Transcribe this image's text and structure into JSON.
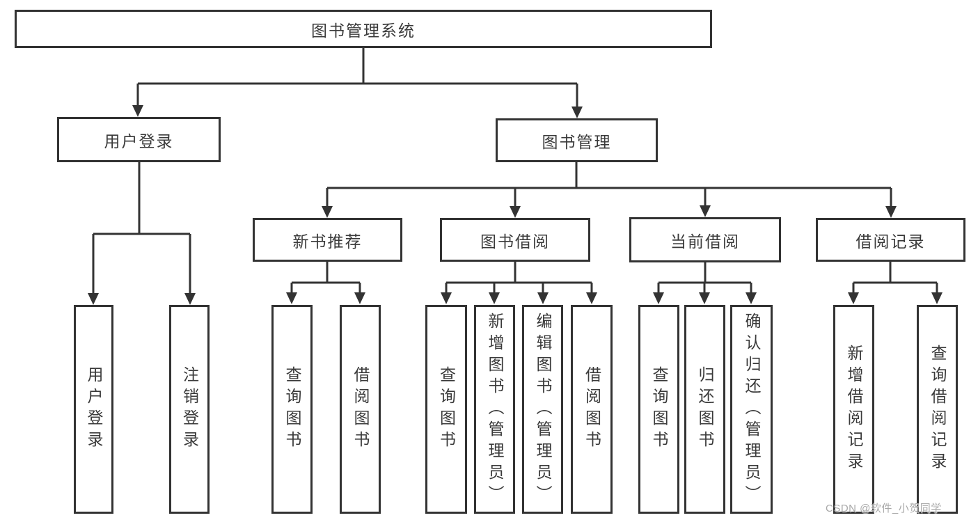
{
  "diagram": {
    "root": {
      "label": "图书管理系统"
    },
    "branches": [
      {
        "label": "用户登录",
        "children": [
          {
            "label": "用户登录"
          },
          {
            "label": "注销登录"
          }
        ]
      },
      {
        "label": "图书管理",
        "children": [
          {
            "label": "新书推荐",
            "children": [
              {
                "label": "查询图书"
              },
              {
                "label": "借阅图书"
              }
            ]
          },
          {
            "label": "图书借阅",
            "children": [
              {
                "label": "查询图书"
              },
              {
                "label": "新增图书（管理员）"
              },
              {
                "label": "编辑图书（管理员）"
              },
              {
                "label": "借阅图书"
              }
            ]
          },
          {
            "label": "当前借阅",
            "children": [
              {
                "label": "查询图书"
              },
              {
                "label": "归还图书"
              },
              {
                "label": "确认归还（管理员）"
              }
            ]
          },
          {
            "label": "借阅记录",
            "children": [
              {
                "label": "新增借阅记录"
              },
              {
                "label": "查询借阅记录"
              }
            ]
          }
        ]
      }
    ]
  },
  "watermark": {
    "text": "CSDN @软件_小贺同学"
  },
  "colors": {
    "line": "#333333",
    "text": "#3a3a3a",
    "background": "#ffffff",
    "watermark": "#a8a8a8"
  }
}
